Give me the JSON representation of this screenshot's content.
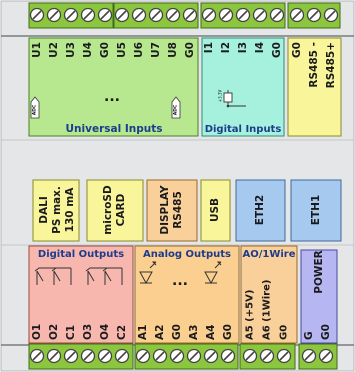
{
  "colors": {
    "frame": "#e4e6e8",
    "terminal_green": "#8cc63f",
    "universal_green": "#b7e88f",
    "digital_cyan": "#a6f0de",
    "rs485_yellow": "#f8f59a",
    "dali_yellow": "#f8f59a",
    "sd_yellow": "#f8f59a",
    "display_orange": "#f9cf9a",
    "usb_yellow": "#f8f59a",
    "eth_blue": "#a5c9ef",
    "digital_out_pink": "#f8b7ae",
    "analog_out_orange": "#fbcf8f",
    "ao_1wire_orange": "#f9cf9a",
    "power_blue": "#b6b6f3"
  },
  "universal_inputs": {
    "pins": [
      "U1",
      "U2",
      "U3",
      "U4",
      "G0",
      "U5",
      "U6",
      "U7",
      "U8",
      "G0"
    ],
    "ellipsis": "...",
    "adc_label": "ADC",
    "title": "Universal Inputs"
  },
  "digital_inputs": {
    "pins": [
      "I1",
      "I2",
      "I3",
      "I4",
      "G0"
    ],
    "voltage_label": "+3.3V",
    "title": "Digital Inputs"
  },
  "rs485": {
    "pins": [
      "G0",
      "RS485 -",
      "RS485+"
    ]
  },
  "dali": {
    "lines": [
      "DALI",
      "PS max.",
      "130 mA"
    ]
  },
  "microsd": {
    "lines": [
      "microSD",
      "CARD"
    ]
  },
  "display": {
    "lines": [
      "DISPLAY",
      "RS485"
    ]
  },
  "usb": {
    "label": "USB"
  },
  "eth2": {
    "label": "ETH2"
  },
  "eth1": {
    "label": "ETH1"
  },
  "digital_outputs": {
    "title": "Digital Outputs",
    "pins": [
      "O1",
      "O2",
      "C1",
      "O3",
      "O4",
      "C2"
    ]
  },
  "analog_outputs": {
    "title": "Analog Outputs",
    "pins": [
      "A1",
      "A2",
      "G0",
      "A3",
      "A4",
      "G0"
    ],
    "ellipsis": "..."
  },
  "ao_1wire": {
    "title": "AO/1Wire",
    "pins": [
      "A5 (+5V)",
      "A6 (1Wire)",
      "G0"
    ]
  },
  "power": {
    "label": "POWER",
    "pins": [
      "G",
      "G0"
    ]
  }
}
